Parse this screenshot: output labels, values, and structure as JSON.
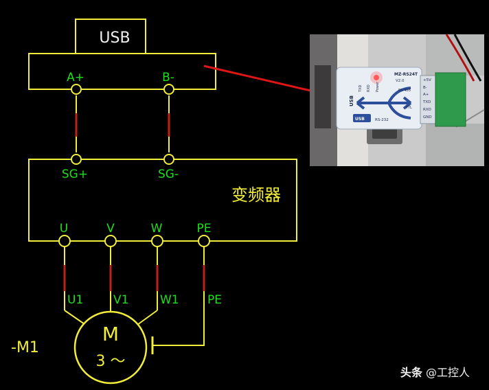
{
  "usb_converter": {
    "title": "USB",
    "terminals": [
      "A+",
      "B-"
    ]
  },
  "inverter": {
    "title": "变频器",
    "comm_terminals": [
      "SG+",
      "SG-"
    ],
    "power_terminals": [
      "U",
      "V",
      "W",
      "PE"
    ]
  },
  "cables": {
    "labels": [
      "U1",
      "V1",
      "W1",
      "PE"
    ]
  },
  "motor": {
    "ref": "-M1",
    "letter": "M",
    "phase": "3 ～"
  },
  "photo": {
    "model": "MZ-RS24T",
    "version": "V2.0",
    "pins": [
      "+5V",
      "B-",
      "A+",
      "TXD",
      "RXD",
      "GND"
    ],
    "leds": [
      "TXD",
      "RXD",
      "Power"
    ],
    "port_labels": [
      "USB",
      "RS-485",
      "TTL",
      "RS-232"
    ],
    "logo": "USB"
  },
  "watermark": {
    "brand": "头条",
    "account": "@工控人"
  },
  "colors": {
    "wire": "#f2ee3a",
    "cable": "#c0201a",
    "label": "#1be01b",
    "pointer": "#e01515"
  }
}
